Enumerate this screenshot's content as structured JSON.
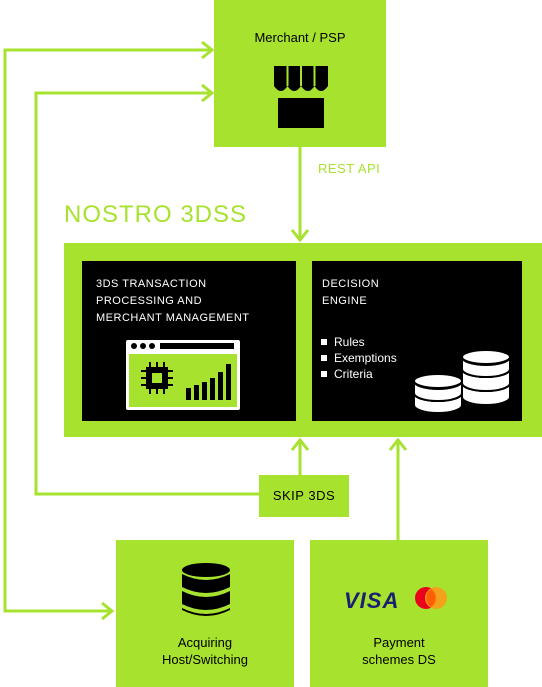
{
  "merchant": {
    "label": "Merchant / PSP",
    "icon": "storefront-icon"
  },
  "rest_api": "REST API",
  "nostro": {
    "title": "NOSTRO 3DSS",
    "processing": {
      "label": "3DS TRANSACTION\nPROCESSING AND\nMERCHANT MANAGEMENT",
      "icon": "dashboard-chip-icon"
    },
    "decision": {
      "label": "DECISION\nENGINE",
      "bullets": [
        "Rules",
        "Exemptions",
        "Criteria"
      ],
      "icon": "database-stack-icon"
    }
  },
  "skip": "SKIP 3DS",
  "acquiring": {
    "label": "Acquiring\nHost/Switching",
    "icon": "database-icon"
  },
  "payment": {
    "label": "Payment\nschemes DS",
    "visa": "VISA",
    "mastercard_icon": "mastercard-icon"
  },
  "colors": {
    "accent": "#a6e22e",
    "dark": "#000000"
  }
}
